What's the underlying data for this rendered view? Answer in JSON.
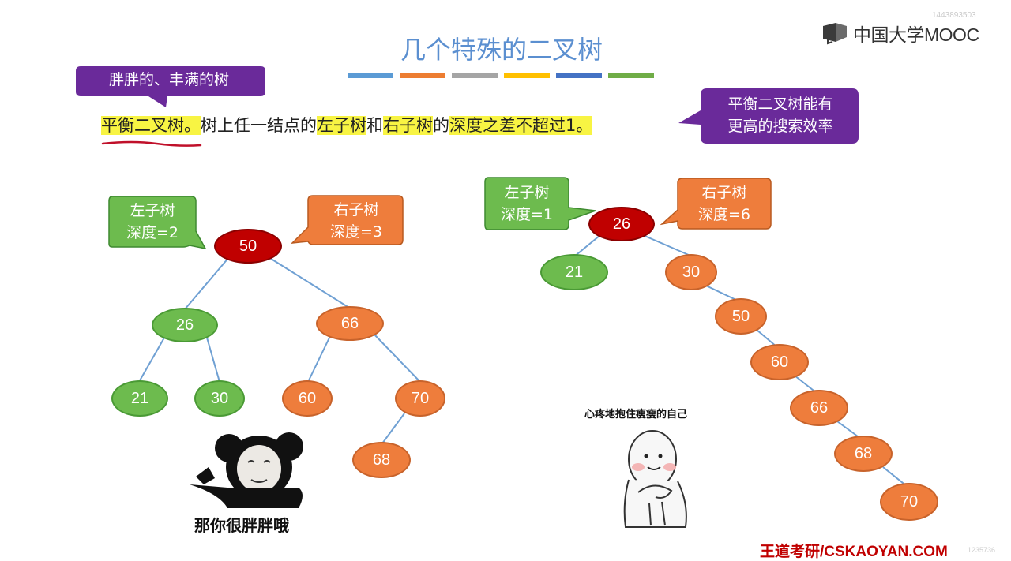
{
  "watermark_id": "1443893503",
  "logo_text": "中国大学MOOC",
  "title": "几个特殊的二叉树",
  "title_bar_colors": [
    "#5b9bd5",
    "#ed7d31",
    "#a5a5a5",
    "#ffc000",
    "#4472c4",
    "#70ad47"
  ],
  "callout_top": "胖胖的、丰满的树",
  "callout_right": [
    "平衡二叉树能有",
    "更高的搜索效率"
  ],
  "definition": {
    "p1": "平衡二叉树。",
    "p2": "树上任一结点的",
    "p3": "左子树",
    "p4": "和",
    "p5": "右子树",
    "p6": "的",
    "p7": "深度之差不超过1。"
  },
  "left_tree": {
    "left_label": [
      "左子树",
      "深度=2"
    ],
    "right_label": [
      "右子树",
      "深度=3"
    ],
    "nodes": [
      "50",
      "26",
      "66",
      "21",
      "30",
      "60",
      "70",
      "68"
    ]
  },
  "right_tree": {
    "left_label": [
      "左子树",
      "深度=1"
    ],
    "right_label": [
      "右子树",
      "深度=6"
    ],
    "nodes": [
      "26",
      "21",
      "30",
      "50",
      "60",
      "66",
      "68",
      "70"
    ]
  },
  "meme_left_caption": "那你很胖胖哦",
  "meme_right_caption": "心疼地抱住瘦瘦的自己",
  "footer": "王道考研/CSKAOYAN.COM",
  "footer_id": "1235736"
}
